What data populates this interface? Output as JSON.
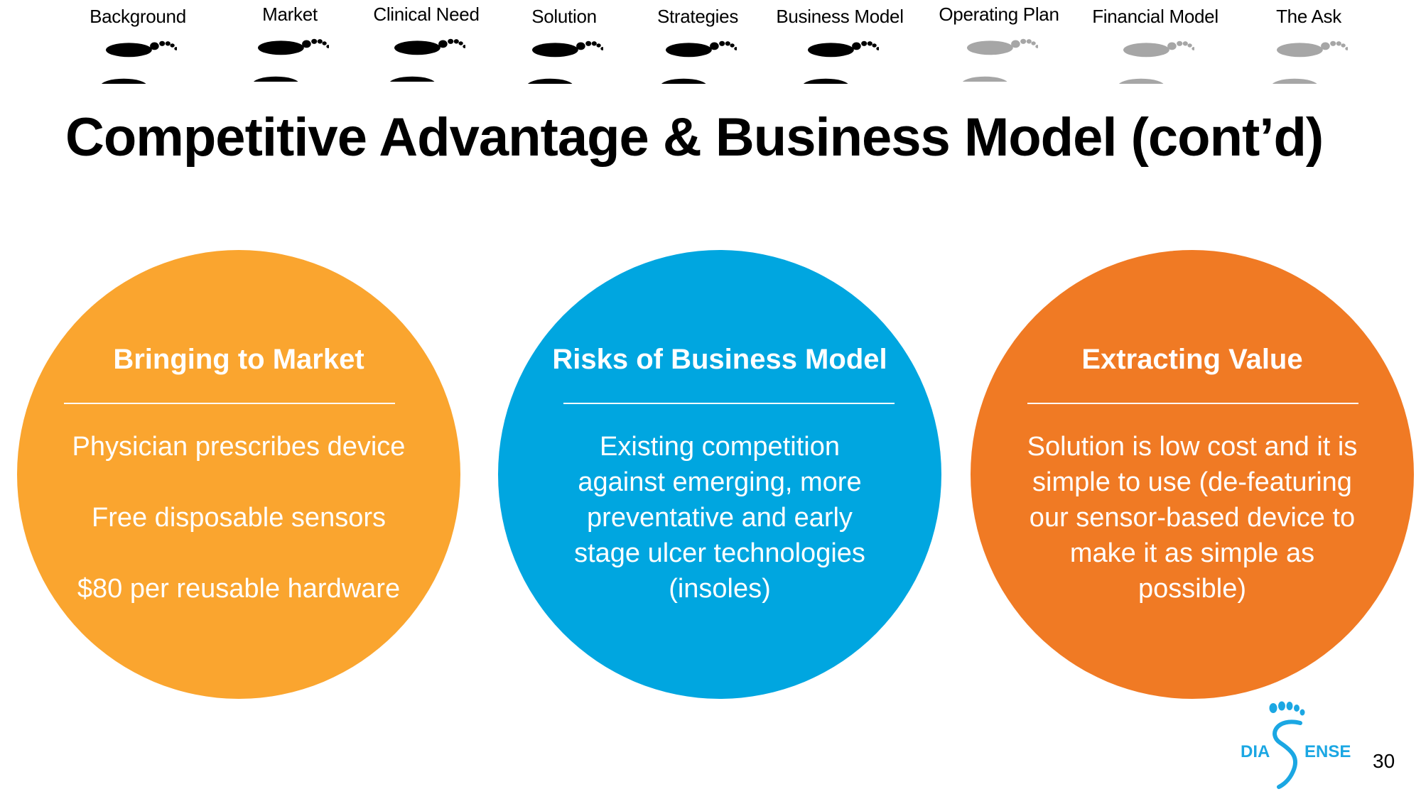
{
  "nav": {
    "steps": [
      {
        "label": "Background",
        "completed": true
      },
      {
        "label": "Market",
        "completed": true
      },
      {
        "label": "Clinical Need",
        "completed": true
      },
      {
        "label": "Solution",
        "completed": true
      },
      {
        "label": "Strategies",
        "completed": true
      },
      {
        "label": "Business Model",
        "completed": true
      },
      {
        "label": "Operating Plan",
        "completed": false
      },
      {
        "label": "Financial Model",
        "completed": false
      },
      {
        "label": "The Ask",
        "completed": false
      }
    ],
    "icon": "footprints-icon",
    "completed_color": "#000000",
    "pending_color": "#a6a6a6"
  },
  "slide": {
    "title": "Competitive Advantage & Business Model (cont’d)",
    "page_number": "30"
  },
  "circles": [
    {
      "title": "Bringing to Market",
      "color": "#faa52f",
      "lines": [
        "Physician prescribes device",
        "",
        "Free disposable sensors",
        "",
        "$80 per reusable hardware"
      ]
    },
    {
      "title": "Risks of Business Model",
      "color": "#00a6e0",
      "lines": [
        "Existing competition",
        "against emerging, more",
        "preventative and early",
        "stage ulcer technologies",
        "(insoles)"
      ]
    },
    {
      "title": "Extracting Value",
      "color": "#f07a24",
      "lines": [
        "Solution is low cost and it is",
        "simple to use (de-featuring",
        "our sensor-based device to",
        "make it as simple as",
        "possible)"
      ]
    }
  ],
  "logo": {
    "left_text": "DIA",
    "right_text": "ENSE",
    "color": "#1ba7e3",
    "icon": "foot-logo-icon"
  }
}
